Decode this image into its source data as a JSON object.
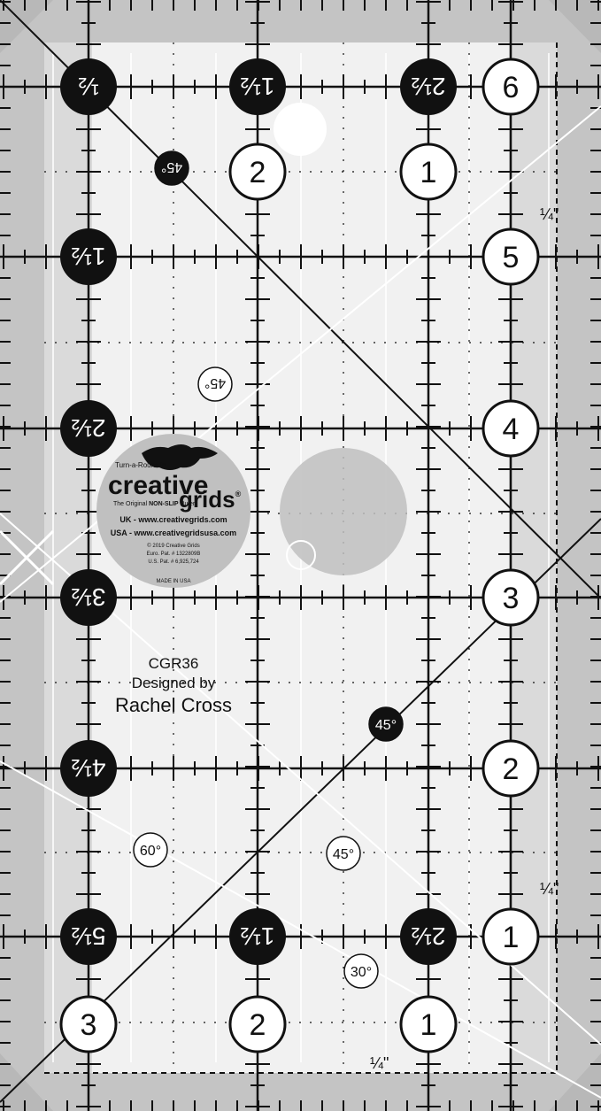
{
  "ruler": {
    "colors": {
      "clear": "#f1f1f1",
      "band": "#c4c4c4",
      "ink": "#111111",
      "white_line": "#ffffff",
      "stamp_fill": "#c0c0c0"
    },
    "right_column_numbers": [
      "6",
      "5",
      "4",
      "3",
      "2",
      "1"
    ],
    "bottom_row_numbers": [
      "3",
      "2",
      "1"
    ],
    "white_inner_numbers": [
      "2",
      "1"
    ],
    "top_black_labels": [
      "½",
      "1½",
      "2½"
    ],
    "left_black_labels": [
      "1½",
      "2½",
      "3½",
      "4½",
      "5½"
    ],
    "bottom_black_labels": [
      "1½",
      "2½"
    ],
    "angle_labels": {
      "top_black": "45°",
      "mid_outline": "45°",
      "center_black": "45°",
      "lower_45": "45°",
      "lower_60": "60°",
      "lower_30": "30°"
    },
    "quarter_marks": [
      "¼\"",
      "¼\"",
      "¼\""
    ],
    "logo": {
      "tagline_top": "Turn-a-Round™",
      "brand_line1": "creative",
      "brand_line2": "grids",
      "registered": "®",
      "subtitle_a": "The Original ",
      "subtitle_b": "NON-SLIP",
      "subtitle_c": " Ruler",
      "uk": "UK - www.creativegrids.com",
      "usa": "USA - www.creativegridsusa.com",
      "copyright": "© 2019  Creative Grids",
      "euro_pat": "Euro. Pat. # 1322809B",
      "us_pat": "U.S. Pat. # 6,925,724",
      "made_in": "MADE IN USA"
    },
    "product": {
      "code": "CGR36",
      "designed_by": "Designed by",
      "designer": "Rachel Cross"
    }
  }
}
